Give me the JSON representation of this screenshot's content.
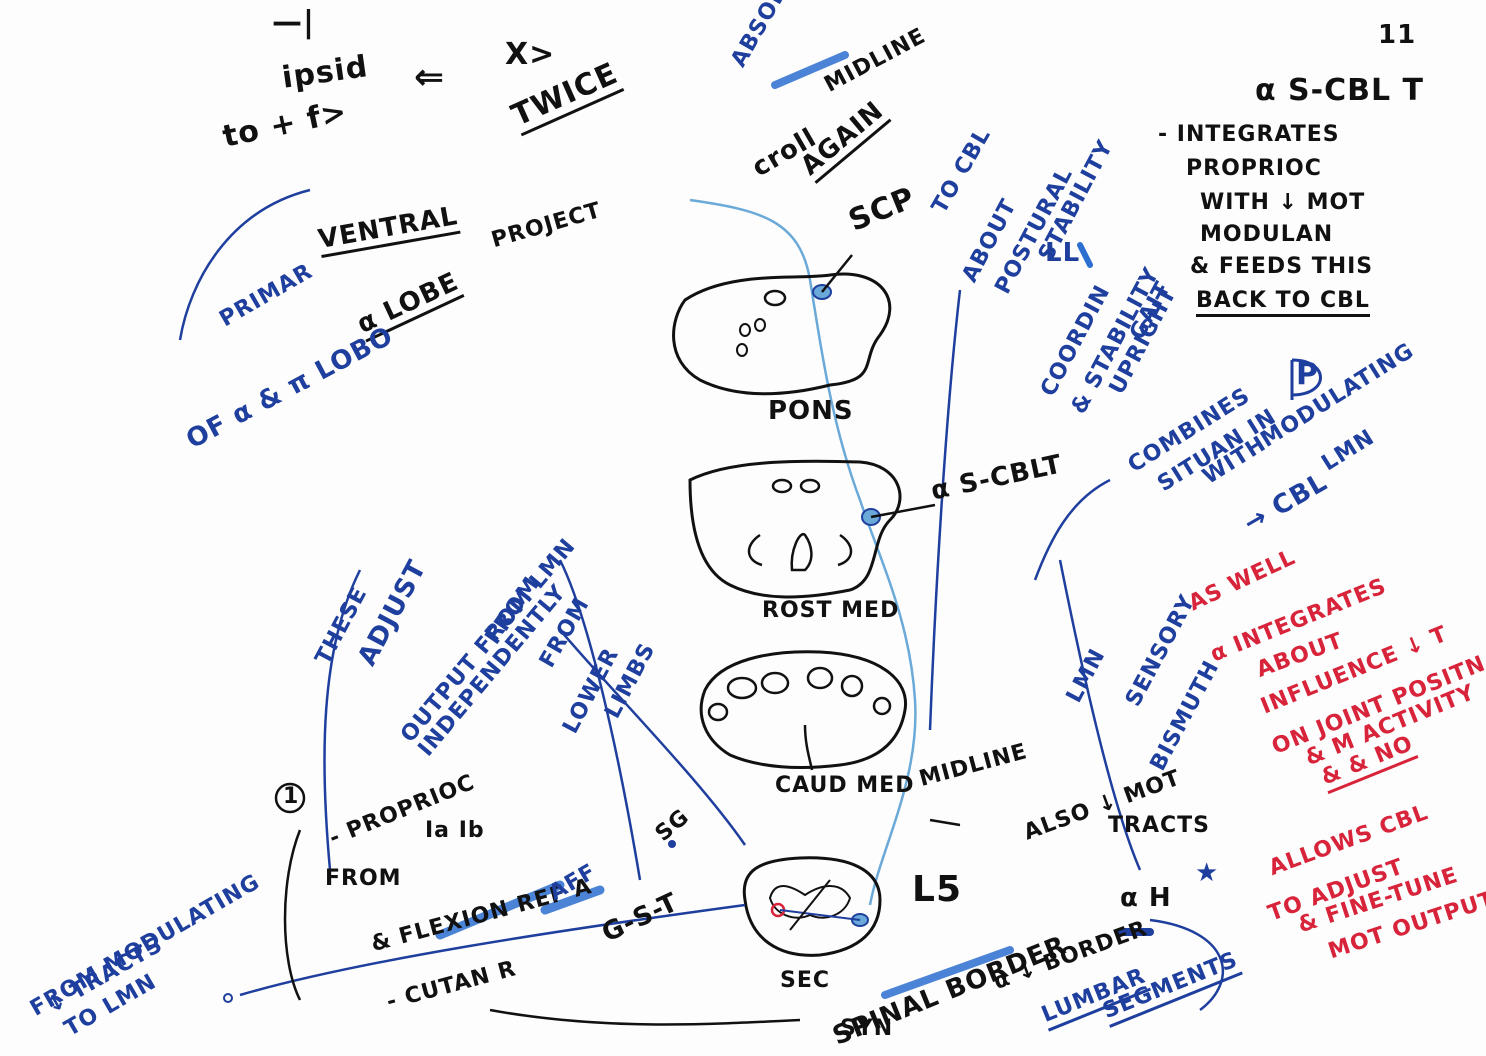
{
  "page": {
    "number": "11"
  },
  "colors": {
    "black_ink": "#111111",
    "blue_ink": "#1f3f9e",
    "light_blue": "#6aa9d8",
    "highlight": "#2c6fd1",
    "red_ink": "#d8243a"
  },
  "top_left": {
    "ipsid": "ipsid",
    "to_f": "to + f>",
    "arrow": "⇐",
    "twice": "TWICE",
    "x": "X>",
    "dash": "—|"
  },
  "midline": {
    "absolutely": "ABSOLUTELY",
    "midline": "MIDLINE",
    "cross": "croll",
    "again": "AGAIN"
  },
  "anterior_lobe": {
    "primary": "PRIMAR",
    "ventral": "VENTRAL",
    "project": "PROJECT",
    "a_lobe": "α LOBE",
    "of_lobe": "OF α & π LOBO"
  },
  "right_panel": {
    "title": "α S-CBL T",
    "l1": "- INTEGRATES",
    "l2": "PROPRIOC",
    "l3": "WITH ↓ MOT",
    "l4": "MODULAN",
    "l5": "& FEEDS THIS",
    "l6": "BACK TO CBL"
  },
  "postural": {
    "to_cbl": "TO CBL",
    "about": "ABOUT",
    "postural": "POSTURAL",
    "stability": "STABILITY",
    "ll": "LL",
    "coord": "COORDIN",
    "stability_gait": "& STABILITY",
    "upright": "UPRIGHT",
    "gait": "GAIT",
    "combines": "COMBINES",
    "situation": "SITUAN IN",
    "p_box": "P",
    "with": "WITH",
    "modulating": "MODULATING",
    "lmn": "LMN",
    "to_cbl2": "→ CBL"
  },
  "sections": {
    "scp": "SCP",
    "pons": "PONS",
    "s_cblt": "α S-CBLT",
    "rost_med": "ROST MED",
    "caud_med": "CAUD MED",
    "midline_x": "MIDLINE",
    "l5": "L5"
  },
  "left_notes": {
    "these": "THESE",
    "adjust": "ADJUST",
    "output_from": "OUTPUT FROM LMN",
    "independently": "INDEPENDENTLY",
    "from": "FROM",
    "from2": "FROM",
    "lower": "LOWER",
    "limbs": "LIMBS",
    "circle_num": "1",
    "propriocn": "- PROPRIOC",
    "from3": "FROM",
    "ia_ib": "Ia Ib",
    "flexion": "& FLEXION REF A",
    "aff": "AFF",
    "cutan": "- CUTAN R",
    "sg": "SG",
    "gst": "G-S-T",
    "from_modulating": "FROM MODULATING",
    "tracts": "↓ TRACTS",
    "to_lmn": "TO LMN"
  },
  "bottom": {
    "spinal_border": "SPINAL BORDER",
    "sec": "SEC",
    "syn": "SYN",
    "a_border": "α ↓ BORDER",
    "ah": "α H",
    "also_mot": "ALSO ↓ MOT",
    "tracts": "TRACTS",
    "lumbar": "LUMBAR",
    "segments": "SEGMENTS",
    "lmn": "LMN",
    "sensory": "SENSORY",
    "bismuth": "BISMUTH",
    "star": "★"
  },
  "red_notes": {
    "as_well": "AS WELL",
    "integrates": "α INTEGRATES",
    "about": "ABOUT",
    "influence": "INFLUENCE ↓ T",
    "on_joint": "ON JOINT POSITN",
    "activity": "& M ACTIVITY",
    "and_no": "& & NO",
    "allows": "ALLOWS CBL",
    "to_adjust": "TO ADJUST",
    "fine_tune": "& FINE-TUNE",
    "output": "MOT OUTPUT"
  }
}
